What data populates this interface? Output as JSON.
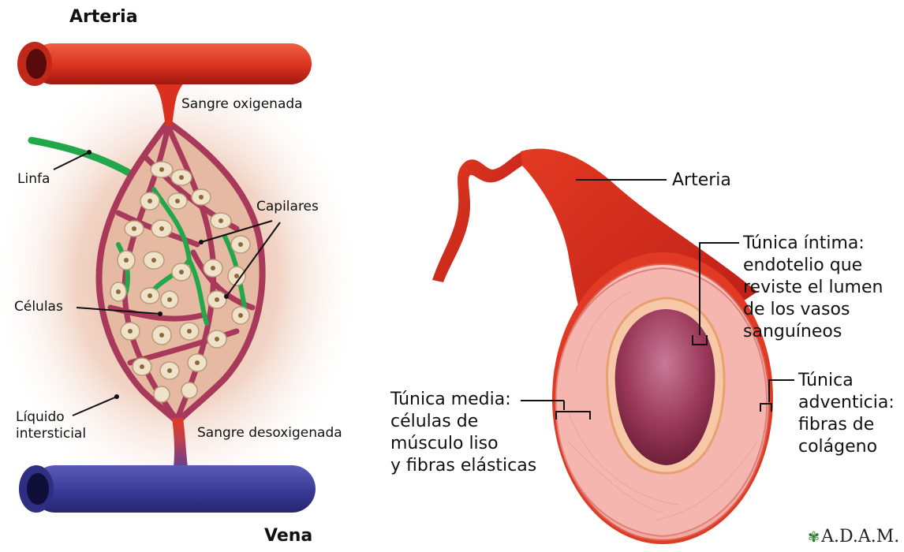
{
  "left_diagram": {
    "top_vessel": "Arteria",
    "bottom_vessel": "Vena",
    "oxygenated": "Sangre oxigenada",
    "deoxygenated": "Sangre desoxigenada",
    "lymph": "Linfa",
    "capillaries": "Capilares",
    "cells": "Células",
    "interstitial_1": "Líquido",
    "interstitial_2": "intersticial"
  },
  "right_diagram": {
    "artery": "Arteria",
    "intima_1": "Túnica íntima:",
    "intima_2": "endotelio que",
    "intima_3": "reviste el lumen",
    "intima_4": "de los vasos",
    "intima_5": "sanguíneos",
    "media_1": "Túnica media:",
    "media_2": "células de",
    "media_3": "músculo liso",
    "media_4": "y fibras elásticas",
    "adventitia_1": "Túnica",
    "adventitia_2": "adventicia:",
    "adventitia_3": "fibras de",
    "adventitia_4": "colágeno"
  },
  "logo": "A.D.A.M.",
  "colors": {
    "artery": "#d9301f",
    "vein": "#3c3c9a",
    "lymph": "#22a84a",
    "capillary_wall": "#a8395a",
    "tissue_glow": "#e9b7a0",
    "cell_fill": "#efe2c8"
  }
}
